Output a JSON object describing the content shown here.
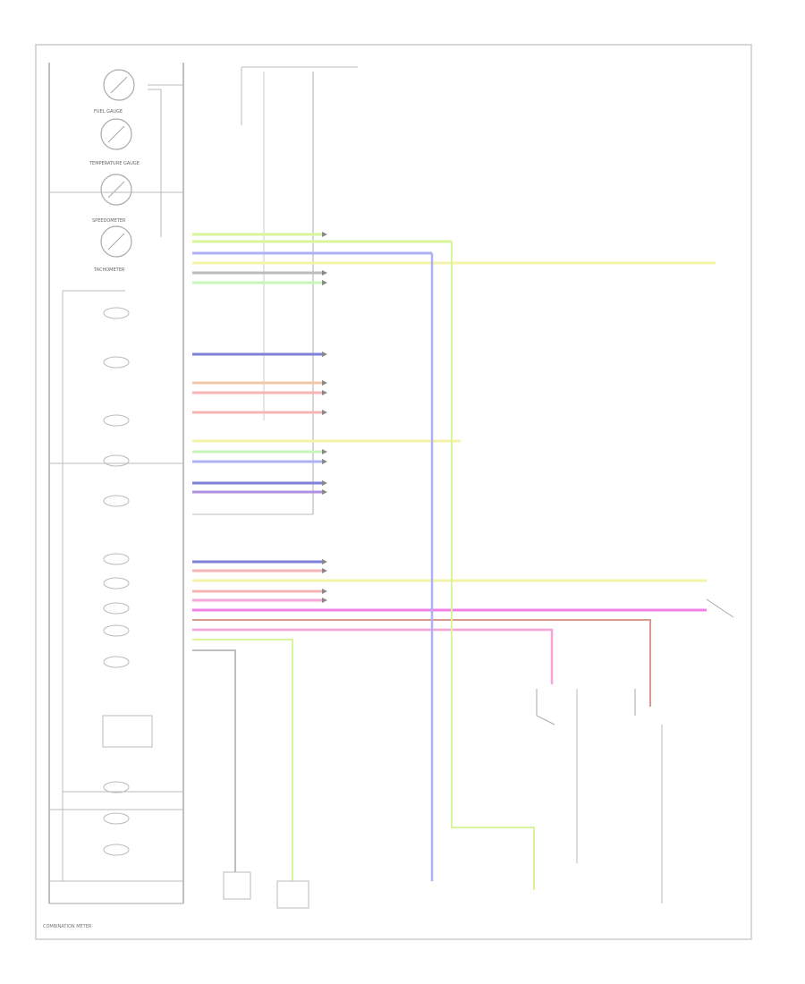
{
  "diagram": {
    "footer_label": "COMBINATION METER",
    "gauges": [
      {
        "label": "FUEL GAUGE"
      },
      {
        "label": "TEMPERATURE GAUGE"
      },
      {
        "label": "SPEEDOMETER"
      },
      {
        "label": "TACHOMETER"
      }
    ],
    "wire_colors": {
      "green_yellow": "#d9f59a",
      "blue": "#b0b0f5",
      "yellow": "#f3f3a8",
      "green": "#c8f5b8",
      "red": "#f7b4b4",
      "orange": "#f1c7a8",
      "magenta": "#f080e8",
      "pink": "#f5a6d8",
      "brown": "#d99a8a",
      "gray": "#bbbbbb",
      "dark_blue": "#8080d8",
      "purple": "#b090e0"
    }
  }
}
